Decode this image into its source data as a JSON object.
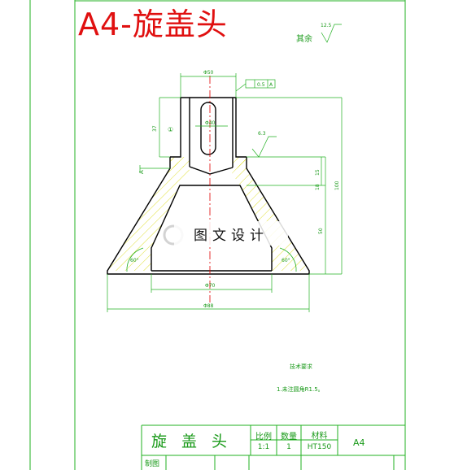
{
  "sheet": {
    "title": "A4-旋盖头",
    "surface_note": "其余",
    "roughness_value": "12.5"
  },
  "dimensions": {
    "top_width": "Φ50",
    "flatness": "0.5",
    "flatness_datum": "A",
    "inner_small": "Φ40",
    "left_height": "37",
    "mark_1": "①",
    "datum_label": "A",
    "local_rough": "6.3",
    "step_15": "15",
    "step_18": "18",
    "total_height": "100",
    "lower_height": "50",
    "inner_angle": "60°",
    "inner_bottom": "Φ70",
    "outer_bottom": "Φ88"
  },
  "watermark": {
    "text": "图文设计"
  },
  "notes": {
    "title": "技术要求",
    "line1": "1.未注圆角R1.5。"
  },
  "title_block": {
    "part_name": "旋盖头",
    "scale_label": "比例",
    "qty_label": "数量",
    "material_label": "材料",
    "scale_value": "1:1",
    "qty_value": "1",
    "material_value": "HT150",
    "drawing_code": "A4",
    "drawn_by_label": "制图"
  },
  "colors": {
    "frame": "#22b022",
    "part_outline": "#000000",
    "hatch": "#d8d800",
    "center_line": "#e00000",
    "title": "#e01010"
  }
}
